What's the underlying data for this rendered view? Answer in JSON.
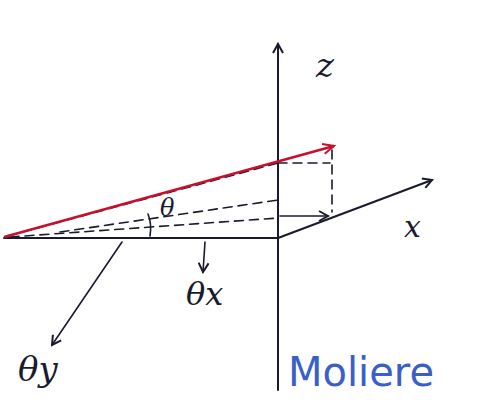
{
  "diagram": {
    "labels": [
      "z",
      "x",
      "θ",
      "θy",
      "θx",
      "Moliere"
    ]
  }
}
